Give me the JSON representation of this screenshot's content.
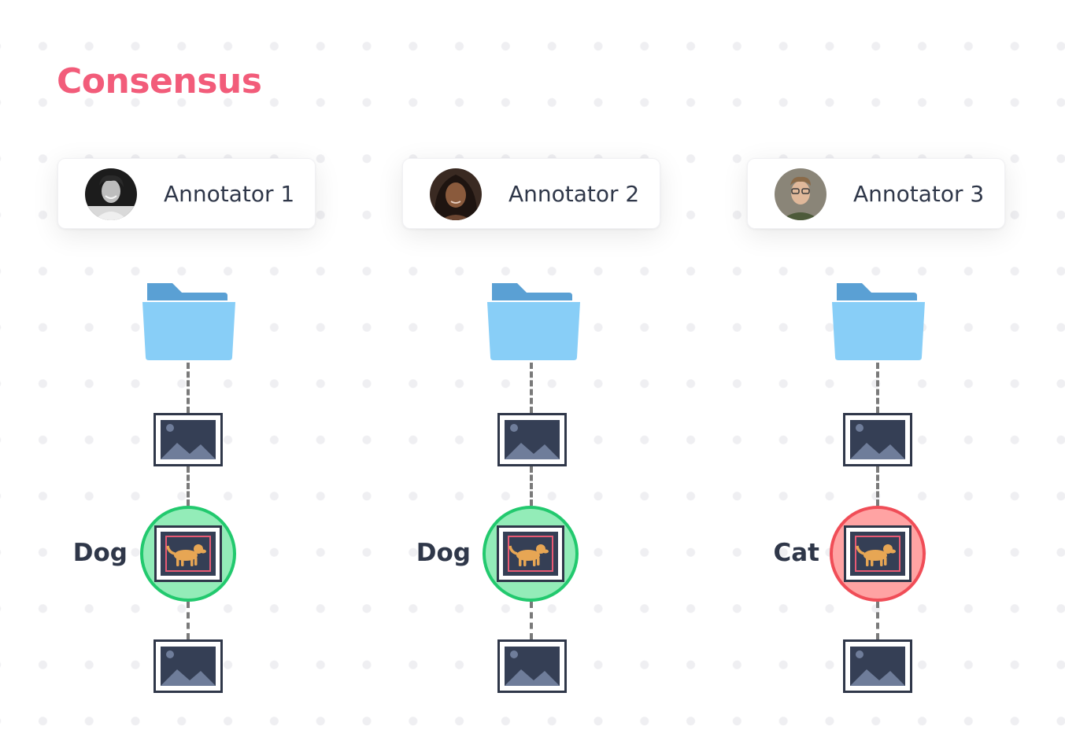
{
  "title": "Consensus",
  "colors": {
    "title": "#f25c7a",
    "text_dark": "#2f3749",
    "folder_back": "#5aa0d4",
    "folder_front": "#88cef7",
    "image_frame": "#2f3749",
    "image_bg": "#353f55",
    "image_mountain": "#6f7d9a",
    "agree_fill": "#93ecb8",
    "agree_border": "#22c96e",
    "disagree_fill": "#ffa3a3",
    "disagree_border": "#f04d57",
    "dog": "#e7a654",
    "box": "#e85a74",
    "connector": "#7a7a7a"
  },
  "annotators": [
    {
      "name": "Annotator 1",
      "avatar": "annotator-1-avatar",
      "label": "Dog",
      "status": "agree"
    },
    {
      "name": "Annotator 2",
      "avatar": "annotator-2-avatar",
      "label": "Dog",
      "status": "agree"
    },
    {
      "name": "Annotator 3",
      "avatar": "annotator-3-avatar",
      "label": "Cat",
      "status": "disagree"
    }
  ]
}
